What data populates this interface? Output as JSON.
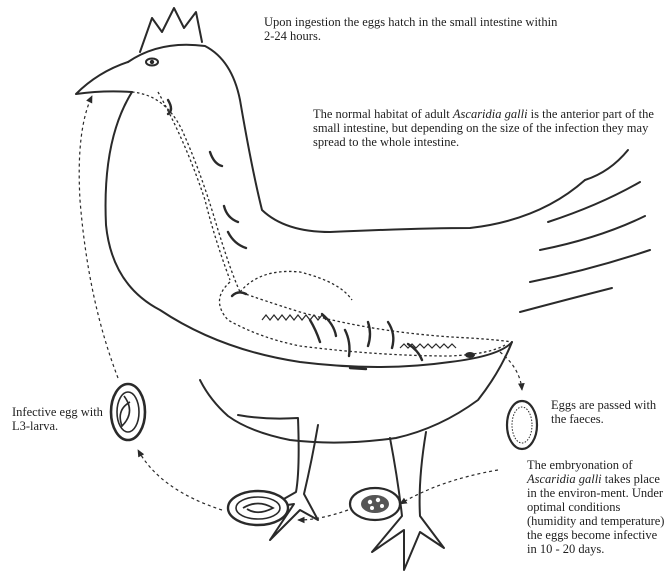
{
  "captions": {
    "hatching": "Upon ingestion the eggs hatch in the small intestine within 2-24 hours.",
    "habitat_before": "The normal habitat of adult ",
    "habitat_species": "Ascaridia galli",
    "habitat_after": " is the anterior part of the small intestine, but depending on the size of the infection they may spread to the whole intestine.",
    "infective_egg": "Infective egg with L3-larva.",
    "eggs_passed": "Eggs are passed with the faeces.",
    "embryo_before": "The embryonation of ",
    "embryo_species": "Ascaridia galli",
    "embryo_after": " takes place in the environ-ment. Under optimal conditions (humidity and temperature) the eggs become infective in 10 - 20 days."
  },
  "colors": {
    "line": "#2a2a2a",
    "paper": "#ffffff"
  }
}
